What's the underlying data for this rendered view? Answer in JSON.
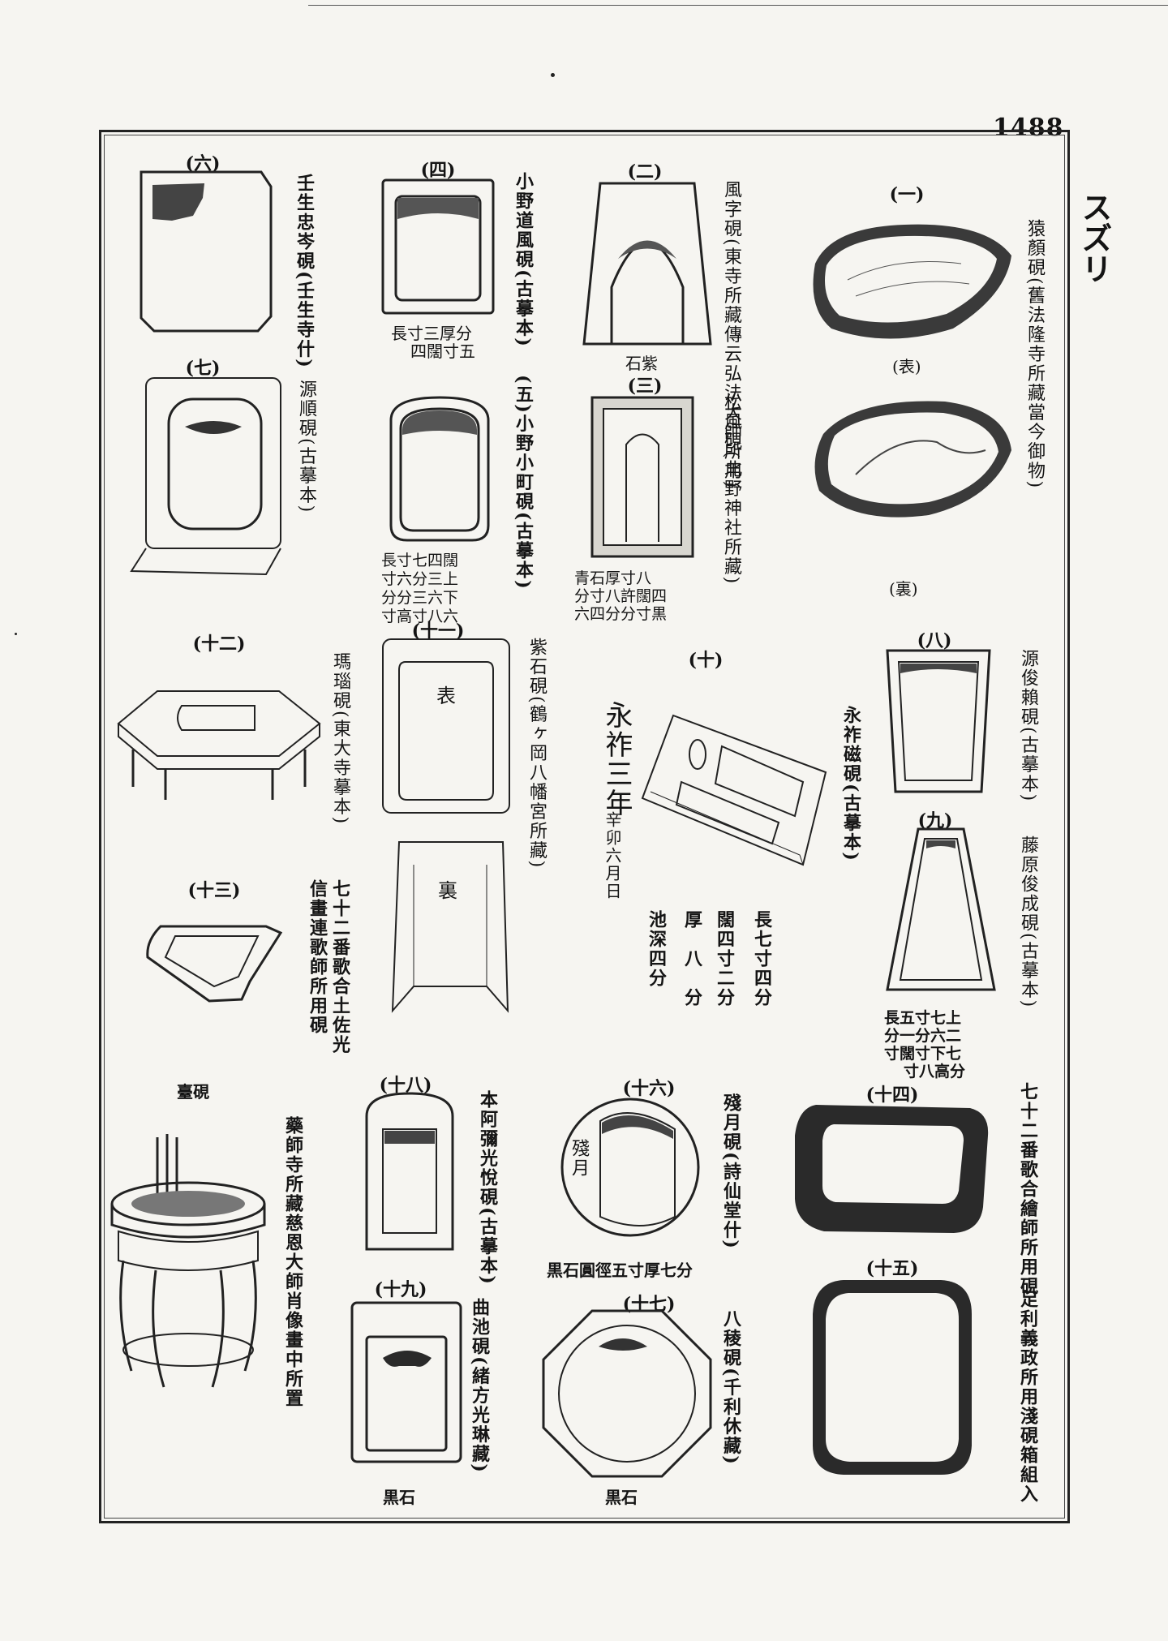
{
  "page_number": "1488",
  "section_title": "スズリ",
  "items": [
    {
      "num": "(一)",
      "caption": "猿顏硯(舊法隆寺所藏當今御物)",
      "side_top": "(表)",
      "side_bottom": "(裏)"
    },
    {
      "num": "(二)",
      "caption": "風字硯(東寺所藏傳云弘法大師所用)",
      "note": "石紫"
    },
    {
      "num": "(三)",
      "caption": "松風硯(北野神社所藏)",
      "measure": [
        "青石厚寸八",
        "分寸八許闊四",
        "六四分分寸黒"
      ]
    },
    {
      "num": "(四)",
      "caption": "小野道風硯(古摹本)",
      "measure": [
        "長寸三厚分",
        "四闊寸五"
      ]
    },
    {
      "num": "(五)",
      "caption": "(五)小野小町硯(古摹本)",
      "measure": [
        "長寸七四闊",
        "寸六分三上",
        "分分三六下",
        "寸高寸八六"
      ]
    },
    {
      "num": "(六)",
      "caption": "壬生忠岑硯(壬生寺什)"
    },
    {
      "num": "(七)",
      "caption": "源順硯(古摹本)"
    },
    {
      "num": "(八)",
      "caption": "源俊賴硯(古摹本)"
    },
    {
      "num": "(九)",
      "caption": "藤原俊成硯(古摹本)",
      "measure": [
        "長五寸七上",
        "分一分六二",
        "寸闊寸下七",
        "寸八高分"
      ]
    },
    {
      "num": "(十)",
      "caption": "永祚磁硯(古摹本)",
      "inscription": [
        "永祚三年",
        "辛卯六月日"
      ],
      "measure": [
        "長七寸四分",
        "闊四寸二分",
        "厚　八　分",
        "池深四分"
      ]
    },
    {
      "num": "(十一)",
      "caption": "紫石硯(鶴ヶ岡八幡宮所藏)",
      "face_label": "表",
      "back_label": "裏"
    },
    {
      "num": "(十二)",
      "caption": "瑪瑙硯(東大寺摹本)"
    },
    {
      "num": "(十三)",
      "caption": [
        "七十二番歌合土佐光",
        "信畫連歌師所用硯"
      ]
    },
    {
      "num": "(十四)",
      "caption": [
        "七十二番歌合繪師所用硯"
      ]
    },
    {
      "num": "(十五)",
      "caption": [
        "足利義政所用淺硯箱組入"
      ]
    },
    {
      "num": "(十六)",
      "caption": "殘月硯(詩仙堂什)",
      "measure": "黒石圓徑五寸厚七分",
      "inner": "殘月"
    },
    {
      "num": "(十七)",
      "caption": "八稜硯(千利休藏)",
      "note": "黒石"
    },
    {
      "num": "(十八)",
      "caption": "本阿彌光悅硯(古摹本)"
    },
    {
      "num": "(十九)",
      "caption": "曲池硯(緒方光琳藏)",
      "note": "黒石"
    },
    {
      "num": "",
      "title": "臺硯",
      "caption": [
        "藥師寺所藏慈恩大師肖像畫中所置"
      ]
    }
  ]
}
